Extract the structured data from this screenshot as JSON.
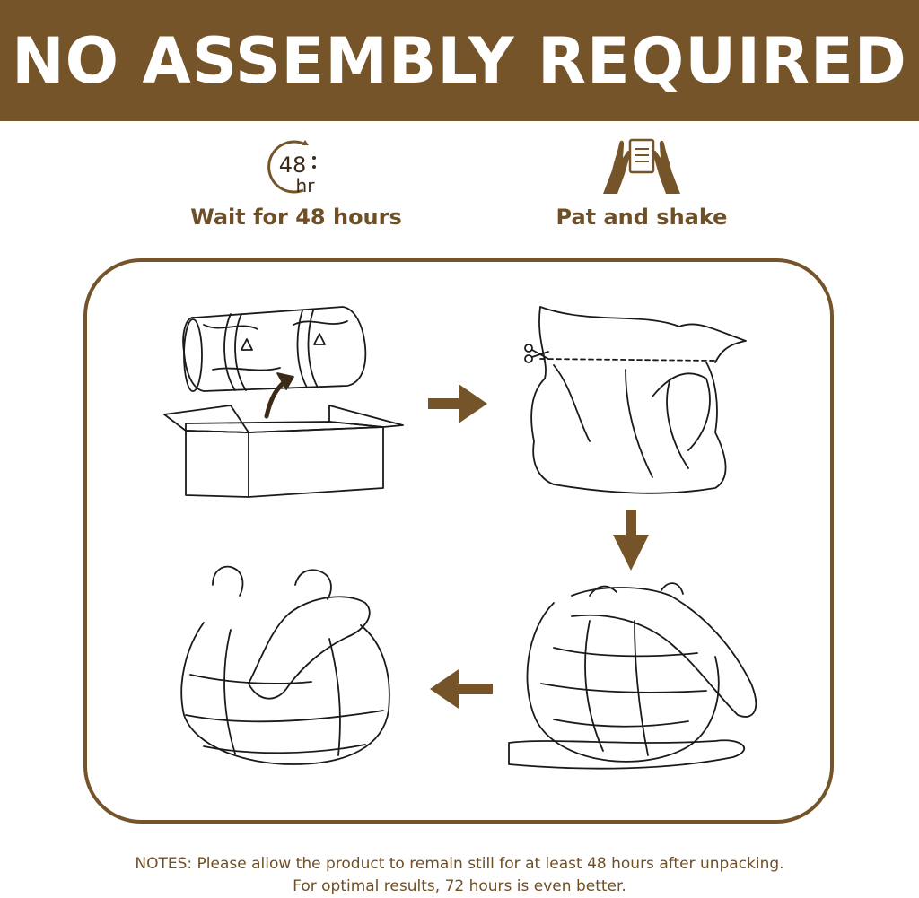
{
  "banner": {
    "title": "NO ASSEMBLY REQUIRED"
  },
  "tips": {
    "wait": {
      "icon": "clock-48hr-icon",
      "number": "48",
      "unit": "hr",
      "label": "Wait for 48 hours"
    },
    "pat": {
      "icon": "hands-pat-icon",
      "label": "Pat and shake"
    }
  },
  "steps": [
    {
      "icon": "rolled-bag-out-of-box-icon"
    },
    {
      "icon": "cut-bag-open-icon"
    },
    {
      "icon": "unfolding-beanbag-icon"
    },
    {
      "icon": "expanded-beanbag-icon"
    }
  ],
  "notes": {
    "line1": "NOTES: Please allow the product to remain still for at least 48 hours after unpacking.",
    "line2": "For optimal results, 72 hours is even better."
  },
  "colors": {
    "brand": "#765429",
    "text": "#6f4f26"
  }
}
